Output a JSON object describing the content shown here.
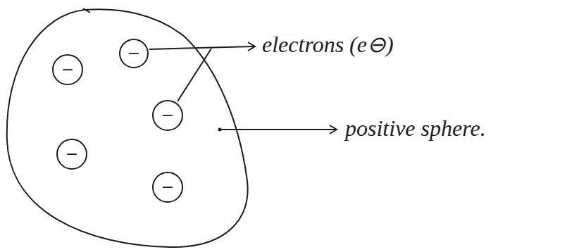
{
  "diagram": {
    "nodes": [
      {
        "text": [
          "−"
        ]
      },
      {
        "text": [
          "−"
        ]
      },
      {
        "text": [
          "−"
        ]
      },
      {
        "text": [
          "−"
        ]
      },
      {
        "text": [
          "−"
        ]
      }
    ],
    "labels": [
      "electrons (e⊖)",
      "positive sphere."
    ]
  }
}
